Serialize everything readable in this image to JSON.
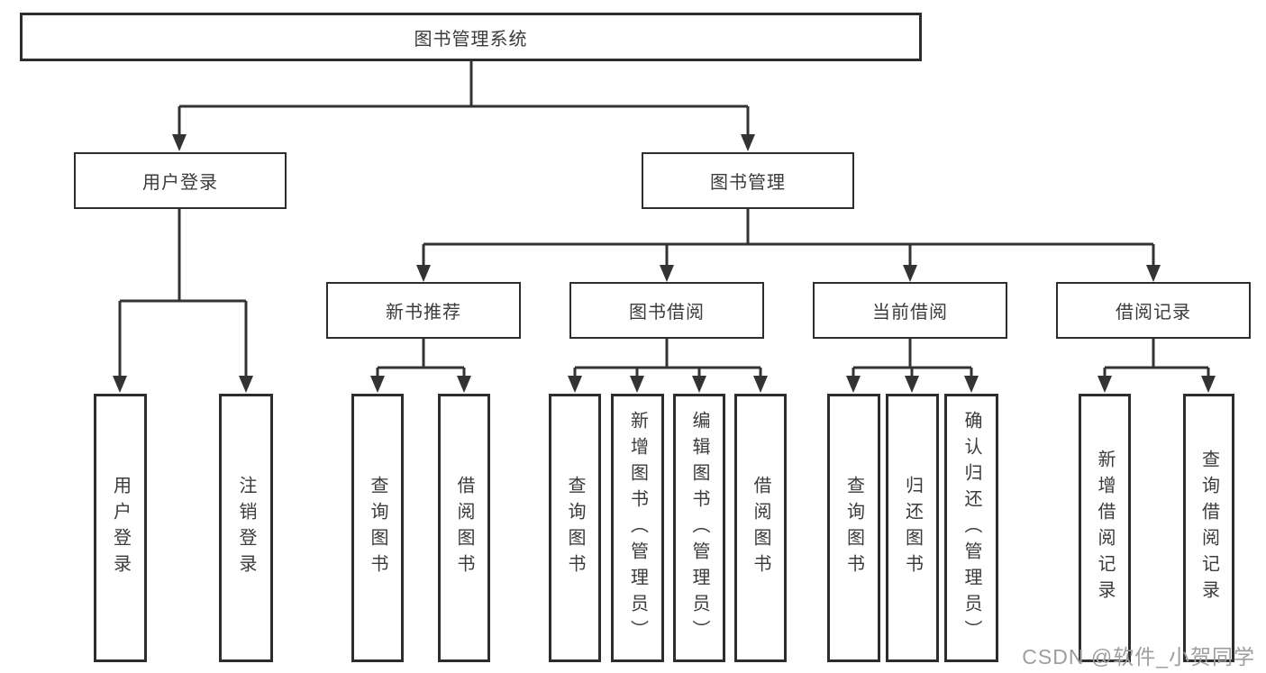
{
  "tree": {
    "root": {
      "label": "图书管理系统"
    },
    "branches": [
      {
        "label": "用户登录",
        "children": [
          {
            "label": "用户登录"
          },
          {
            "label": "注销登录"
          }
        ]
      },
      {
        "label": "图书管理",
        "children": [
          {
            "label": "新书推荐",
            "children": [
              {
                "label": "查询图书"
              },
              {
                "label": "借阅图书"
              }
            ]
          },
          {
            "label": "图书借阅",
            "children": [
              {
                "label": "查询图书"
              },
              {
                "label": "新增图书（管理员）"
              },
              {
                "label": "编辑图书（管理员）"
              },
              {
                "label": "借阅图书"
              }
            ]
          },
          {
            "label": "当前借阅",
            "children": [
              {
                "label": "查询图书"
              },
              {
                "label": "归还图书"
              },
              {
                "label": "确认归还（管理员）"
              }
            ]
          },
          {
            "label": "借阅记录",
            "children": [
              {
                "label": "新增借阅记录"
              },
              {
                "label": "查询借阅记录"
              }
            ]
          }
        ]
      }
    ]
  },
  "watermark": {
    "text": "CSDN @软件_小贺同学"
  },
  "colors": {
    "line": "#333333",
    "box_border": "#2d2d2d",
    "text": "#3b3b3b",
    "watermark": "#9e9e9e",
    "background": "#ffffff"
  }
}
